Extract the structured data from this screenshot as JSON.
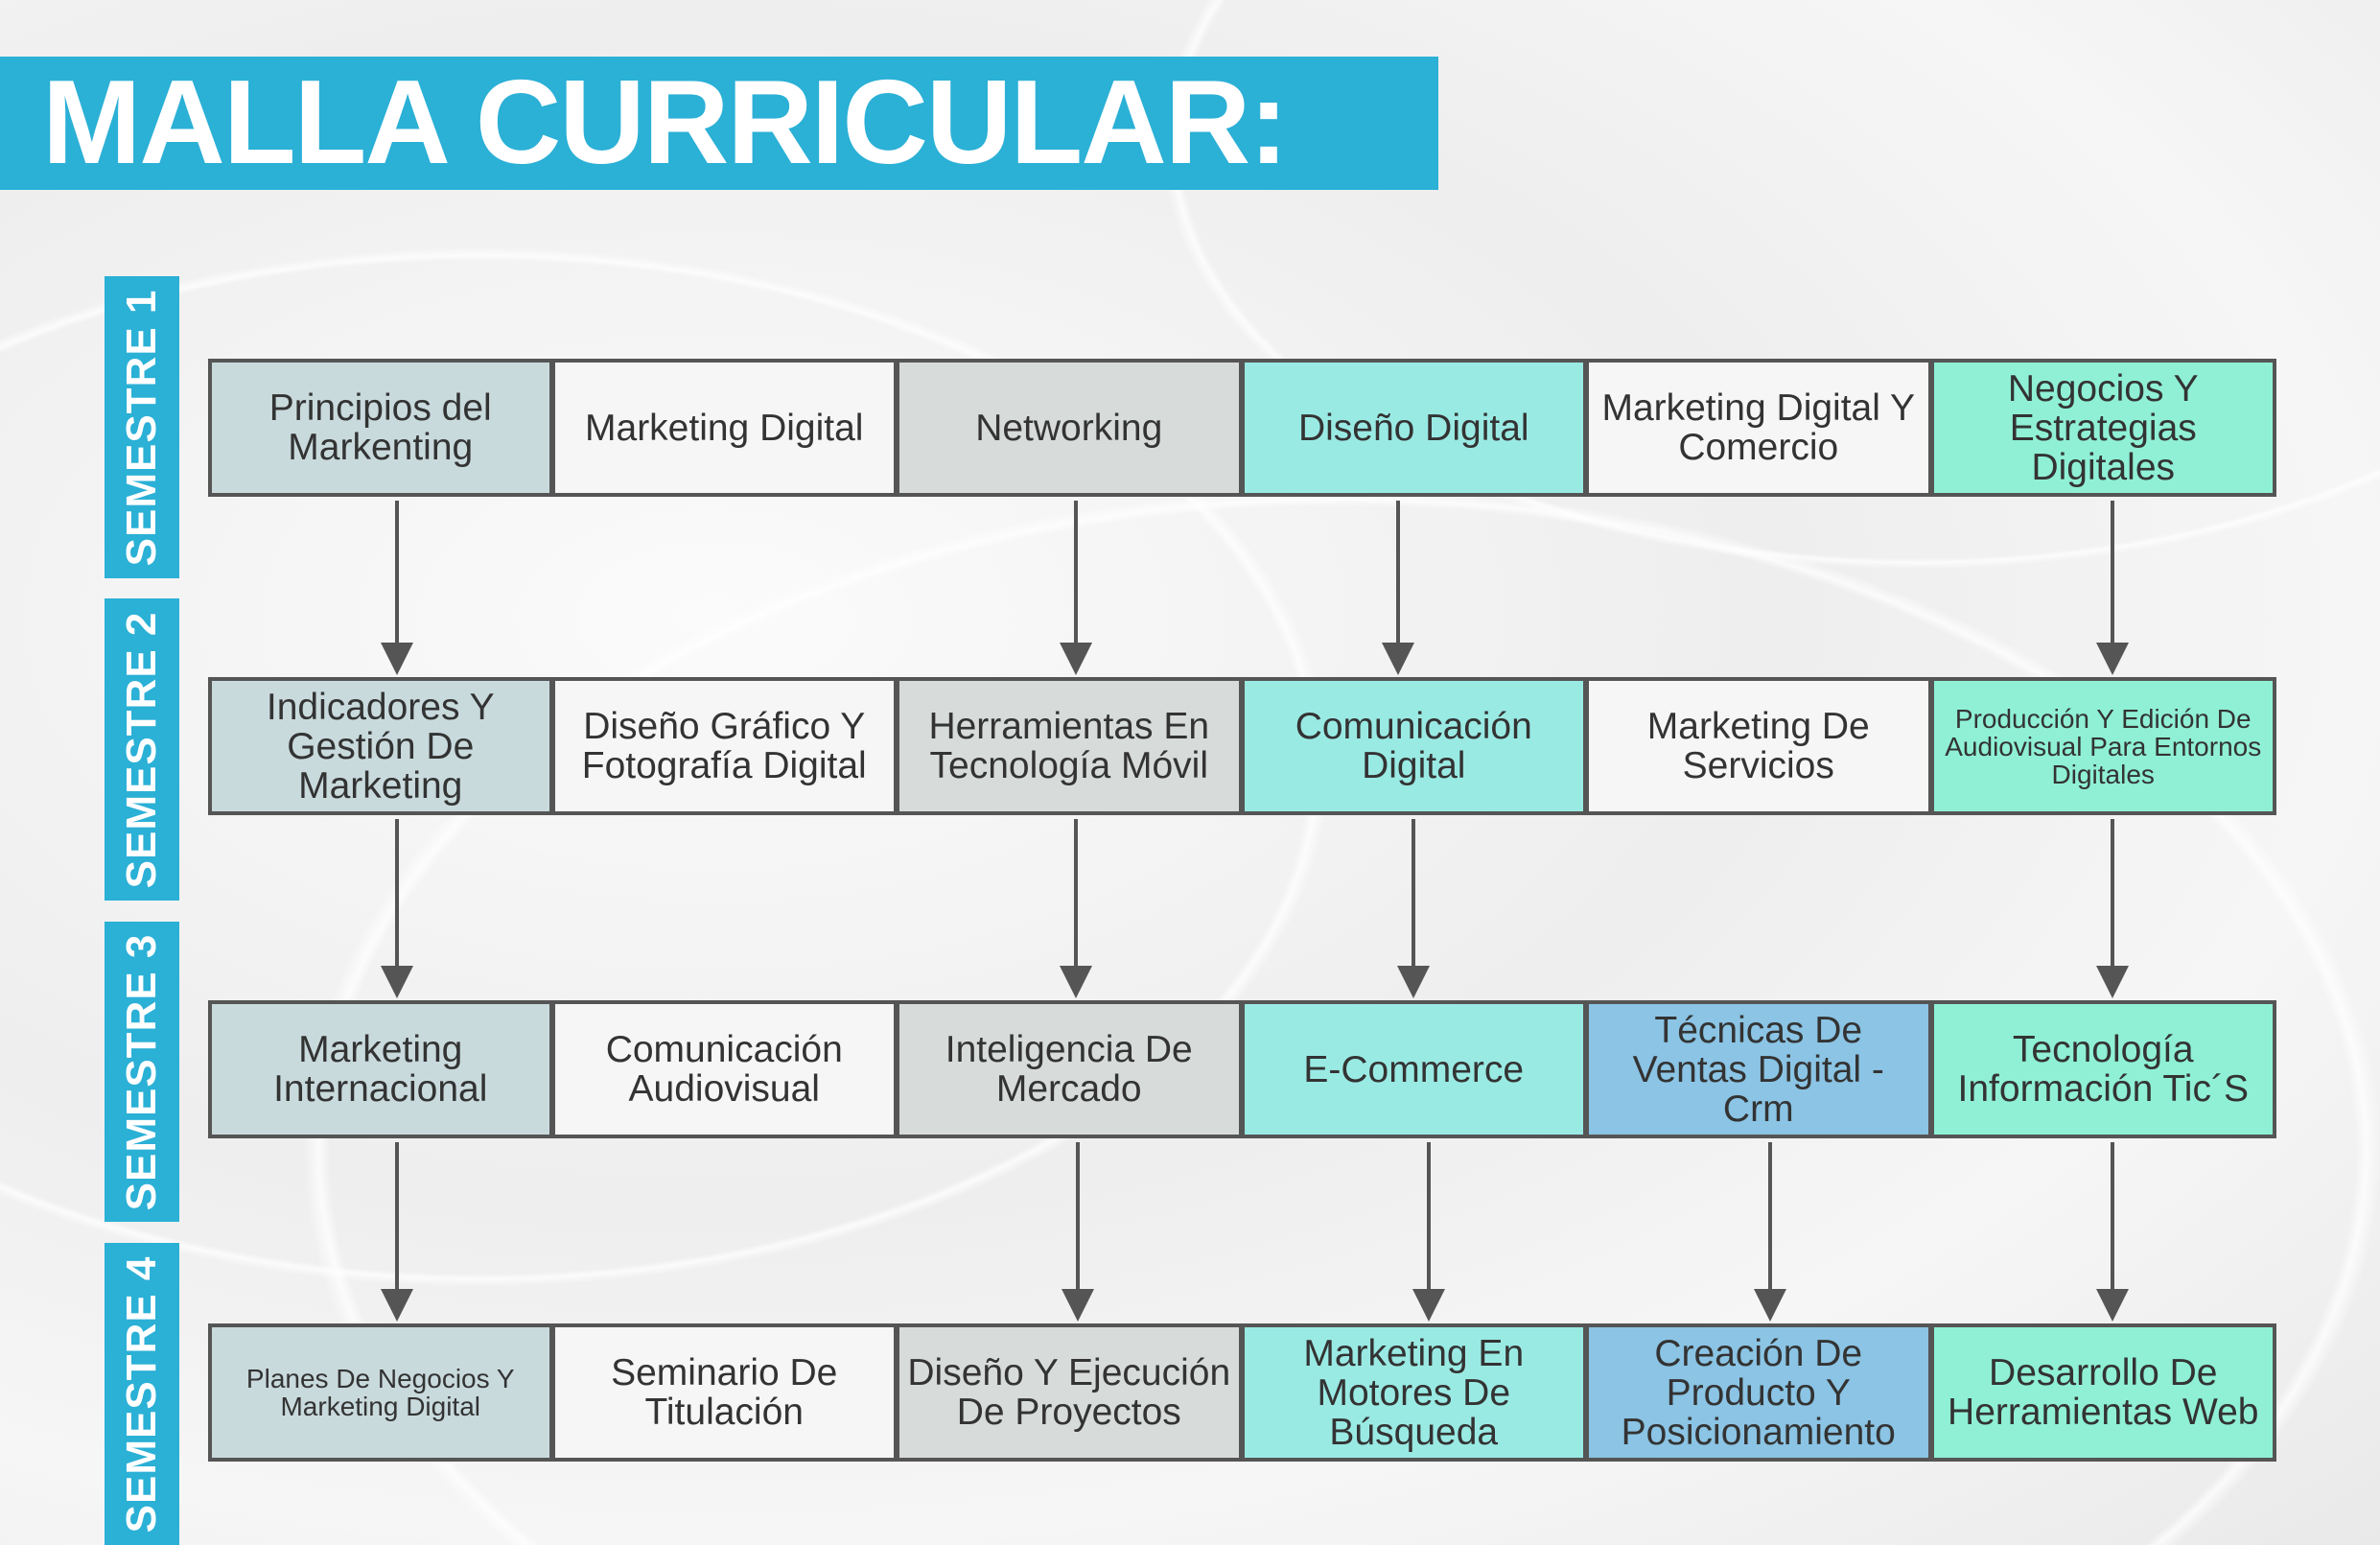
{
  "title": "MALLA CURRICULAR:",
  "colors": {
    "accent": "#2bb0d6",
    "col0": "#c9dadd",
    "col1": "#f6f6f6",
    "col2": "#d7dbda",
    "col3": "#9aeae4",
    "col4": "#f6f6f6",
    "col5": "#8ff0d5",
    "blue": "#8bc4e4"
  },
  "semesters": [
    {
      "label": "SEMESTRE 1",
      "courses": [
        "Principios del Markenting",
        "Marketing Digital",
        "Networking",
        "Diseño Digital",
        "Marketing Digital Y Comercio",
        "Negocios Y Estrategias Digitales"
      ],
      "arrows_to_next": [
        0,
        2,
        3,
        5
      ]
    },
    {
      "label": "SEMESTRE 2",
      "courses": [
        "Indicadores Y Gestión De Marketing",
        "Diseño Gráfico Y Fotografía Digital",
        "Herramientas En Tecnología Móvil",
        "Comunicación Digital",
        "Marketing De Servicios",
        "Producción Y Edición De Audiovisual Para Entornos Digitales"
      ],
      "arrows_to_next": [
        0,
        2,
        3,
        5
      ]
    },
    {
      "label": "SEMESTRE 3",
      "courses": [
        "Marketing Internacional",
        "Comunicación Audiovisual",
        "Inteligencia De Mercado",
        "E-Commerce",
        "Técnicas De Ventas Digital - Crm",
        "Tecnología Información Tic´S"
      ],
      "arrows_to_next": [
        0,
        2,
        3,
        4,
        5
      ]
    },
    {
      "label": "SEMESTRE 4",
      "courses": [
        "Planes De Negocios Y Marketing Digital",
        "Seminario De Titulación",
        "Diseño Y Ejecución De Proyectos",
        "Marketing En Motores De Búsqueda",
        "Creación De Producto Y Posicionamiento",
        "Desarrollo De Herramientas Web"
      ],
      "arrows_to_next": []
    }
  ]
}
